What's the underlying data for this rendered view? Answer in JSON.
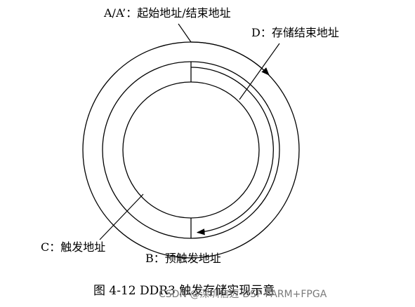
{
  "labels": {
    "a": "A/A’：起始地址/结束地址",
    "d": "D：存储结束地址",
    "c": "C：触发地址",
    "b": "B：预触发地址"
  },
  "caption": "图 4-12 DDR3 触发存储实现示意",
  "watermark": "CSDN @深圳信迈-DSP+ARM+FPGA"
}
